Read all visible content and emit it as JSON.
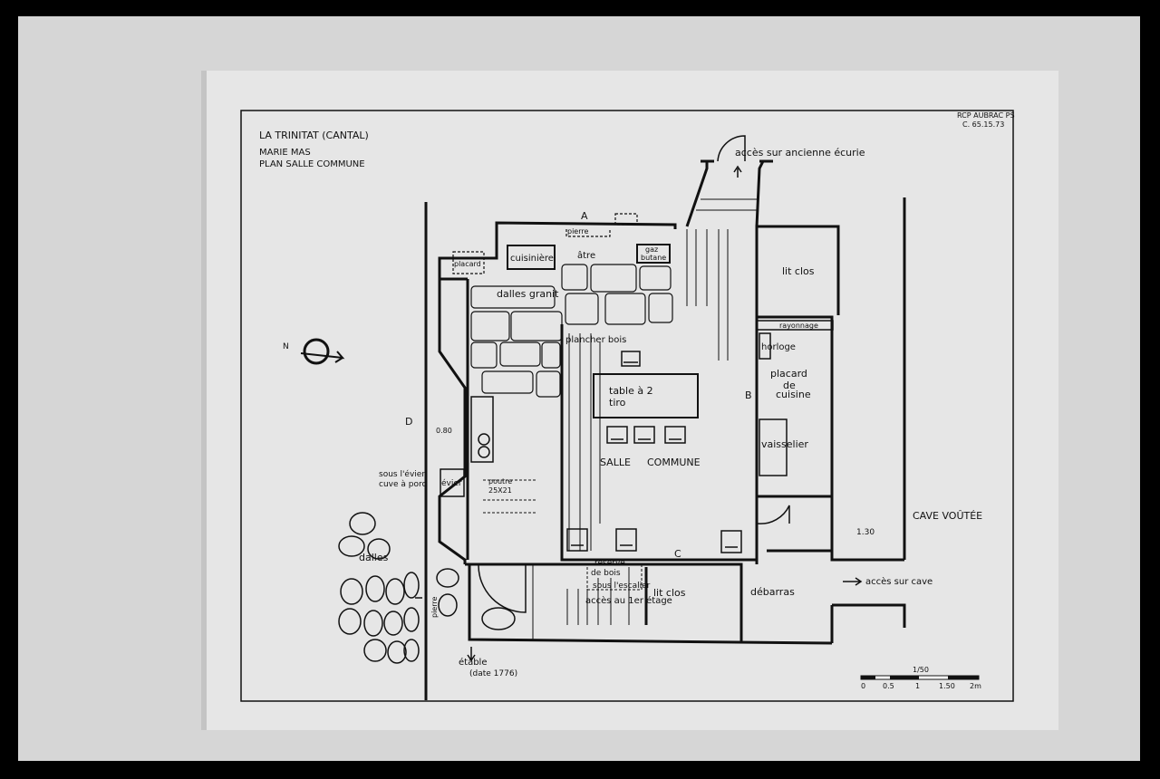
{
  "header": {
    "title_line1": "LA TRINITAT (CANTAL)",
    "title_line2": "MARIE MAS",
    "title_line3": "PLAN SALLE COMMUNE",
    "ref_line1": "RCP AUBRAC PS",
    "ref_line2": "C. 65.15.73"
  },
  "points": {
    "a": "A",
    "b": "B",
    "c": "C",
    "d": "D"
  },
  "rooms": {
    "salle": "SALLE",
    "commune": "COMMUNE",
    "cave": "CAVE VOÛTÉE",
    "lit_clos_top": "lit clos",
    "lit_clos_bottom": "lit clos",
    "debarras": "débarras"
  },
  "labels": {
    "acces_ecurie": "accès sur ancienne écurie",
    "pierre_top": "pierre",
    "atre": "âtre",
    "gaz": "gaz",
    "butane": "butane",
    "placard": "placard",
    "cuisiniere": "cuisinière",
    "dalles_granit": "dalles granit",
    "plancher_bois": "plancher bois",
    "table_l1": "table à 2",
    "table_l2": "tiro",
    "rayonnage": "rayonnage",
    "horloge": "horloge",
    "placard_l1": "placard",
    "placard_l2": "de",
    "placard_l3": "cuisine",
    "vaisselier": "vaisselier",
    "d080": "0.80",
    "d130": "1.30",
    "sous_evier": "sous l'évier",
    "cuve_porc": "cuve à porc",
    "evier": "évier",
    "poutre_l1": "poutre",
    "poutre_l2": "25X21",
    "dalles": "dalles",
    "pierre_side": "pierre",
    "reserve_l1": "réserve",
    "reserve_l2": "de bois",
    "reserve_l3": "sous l'escalier",
    "acces_etage": "accès au 1er étage",
    "acces_cave": "accès sur cave",
    "etable": "étable",
    "date": "(date 1776)"
  },
  "compass": {
    "north": "N"
  },
  "scale": {
    "ratio": "1/50",
    "ticks": [
      "0",
      "0.5",
      "1",
      "1.50",
      "2m"
    ]
  }
}
